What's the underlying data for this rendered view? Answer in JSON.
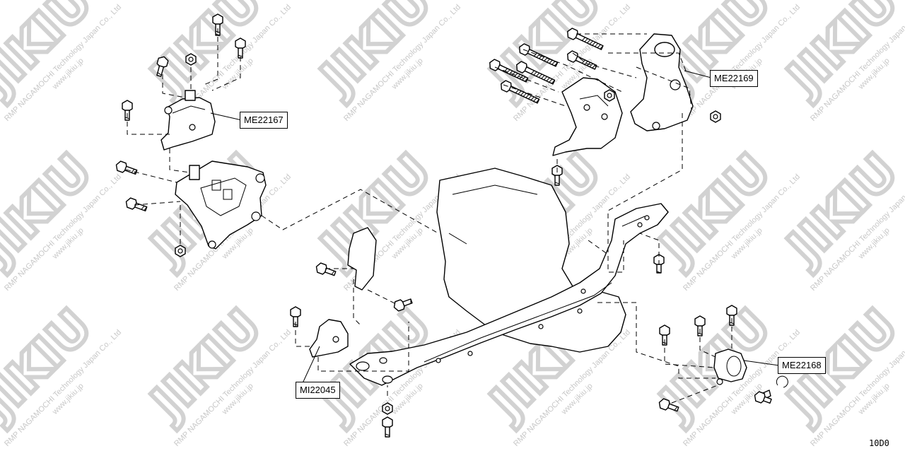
{
  "callouts": {
    "me22167": "ME22167",
    "me22169": "ME22169",
    "mi22045": "MI22045",
    "me22168": "ME22168"
  },
  "watermark": {
    "logo": "JIKIU",
    "company": "RMP NAGAMOCHI Technology Japan Co., Ltd",
    "url": "www.jikiu.jp"
  },
  "diagram_code": "10D0"
}
